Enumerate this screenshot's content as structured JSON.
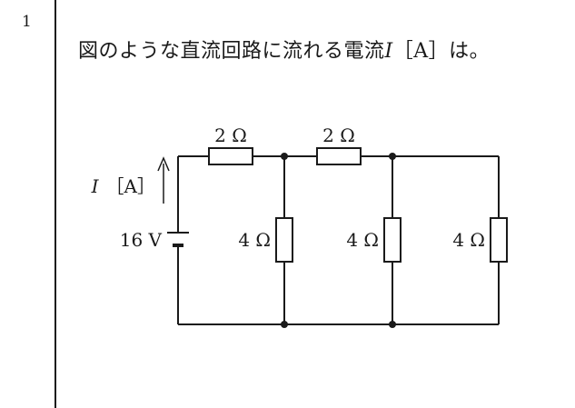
{
  "problem": {
    "number": "1",
    "question_prefix": "図のような直流回路に流れる電流",
    "question_var": "I",
    "question_suffix": "［A］は。"
  },
  "circuit": {
    "source_label": "16 V",
    "current_label_var": "I",
    "current_label_unit": "［A］",
    "resistors": {
      "series_1": "2 Ω",
      "series_2": "2 Ω",
      "shunt_1": "4 Ω",
      "shunt_2": "4 Ω",
      "shunt_3": "4 Ω"
    }
  }
}
